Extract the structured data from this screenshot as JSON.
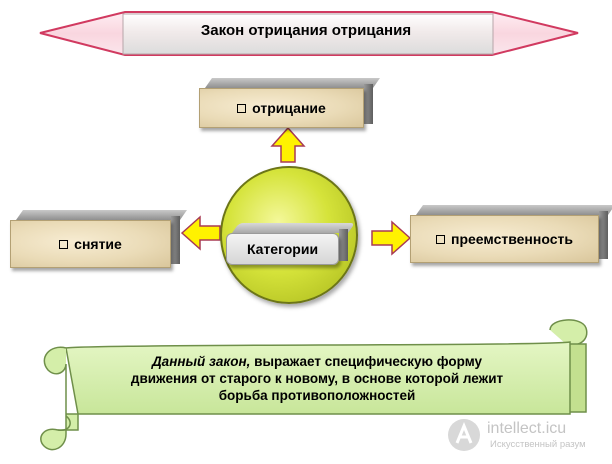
{
  "title": "Закон  отрицания отрицания",
  "center": {
    "label": "Категории"
  },
  "boxes": {
    "top": "отрицание",
    "left": "снятие",
    "right": "преемственность"
  },
  "scroll": {
    "lead": "Данный закон,",
    "line1_rest": " выражает специфическую форму",
    "line2": "движения  от старого  к новому,  в основе которой лежит",
    "line3": "борьба противоположностей"
  },
  "watermark": {
    "site": "intellect.icu",
    "tagline": "Искусственный разум"
  },
  "colors": {
    "banner_fill": "#fce3ea",
    "banner_edge": "#d13a60",
    "box_face": "#eadbb7",
    "circle": "#d5e33a",
    "arrow": "#fff200",
    "scroll": "#d4eea9"
  }
}
